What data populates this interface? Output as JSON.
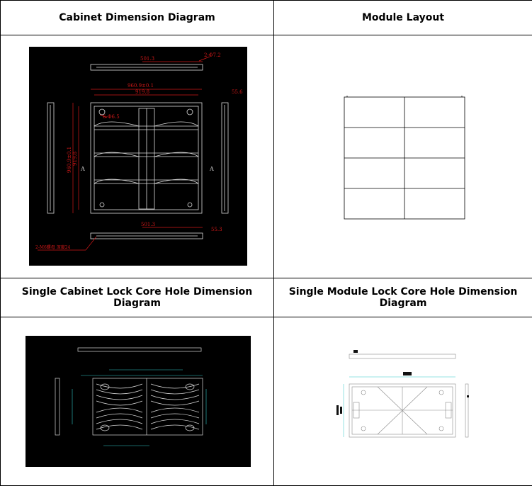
{
  "headers": {
    "cabinet_dimension": "Cabinet Dimension Diagram",
    "module_layout": "Module Layout",
    "cabinet_lock_hole": "Single Cabinet Lock Core Hole Dimension Diagram",
    "module_lock_hole": "Single Module Lock Core Hole Dimension Diagram"
  },
  "cabinet_diagram": {
    "labels": {
      "top_width": "501.3",
      "top_corner": "2-Φ7.2",
      "outer_width": "960.9±0.1",
      "inner_width": "919.8",
      "right_depth": "55.6",
      "hole_note": "6-Φ6.5",
      "outer_height": "960.9±0.1",
      "inner_height": "919.8",
      "section_a_left": "A",
      "section_a_right": "A",
      "bottom_width": "501.3",
      "bottom_depth": "55.3",
      "bottom_note": "2-M6螺母 深度24"
    },
    "colors": {
      "background": "#000000",
      "line": "#dcdcdc",
      "dimension": "#d01818"
    }
  },
  "module_layout": {
    "rows": 4,
    "cols": 2,
    "colors": {
      "line": "#000000",
      "fill": "#ffffff"
    }
  },
  "cabinet_lock_diagram": {
    "colors": {
      "background": "#000000",
      "line": "#d8d8d8",
      "dimension": "#2ec7c7"
    }
  },
  "module_lock_diagram": {
    "colors": {
      "line": "#8a8a8a",
      "dimension": "#2ec7c7",
      "accent": "#111111"
    }
  }
}
